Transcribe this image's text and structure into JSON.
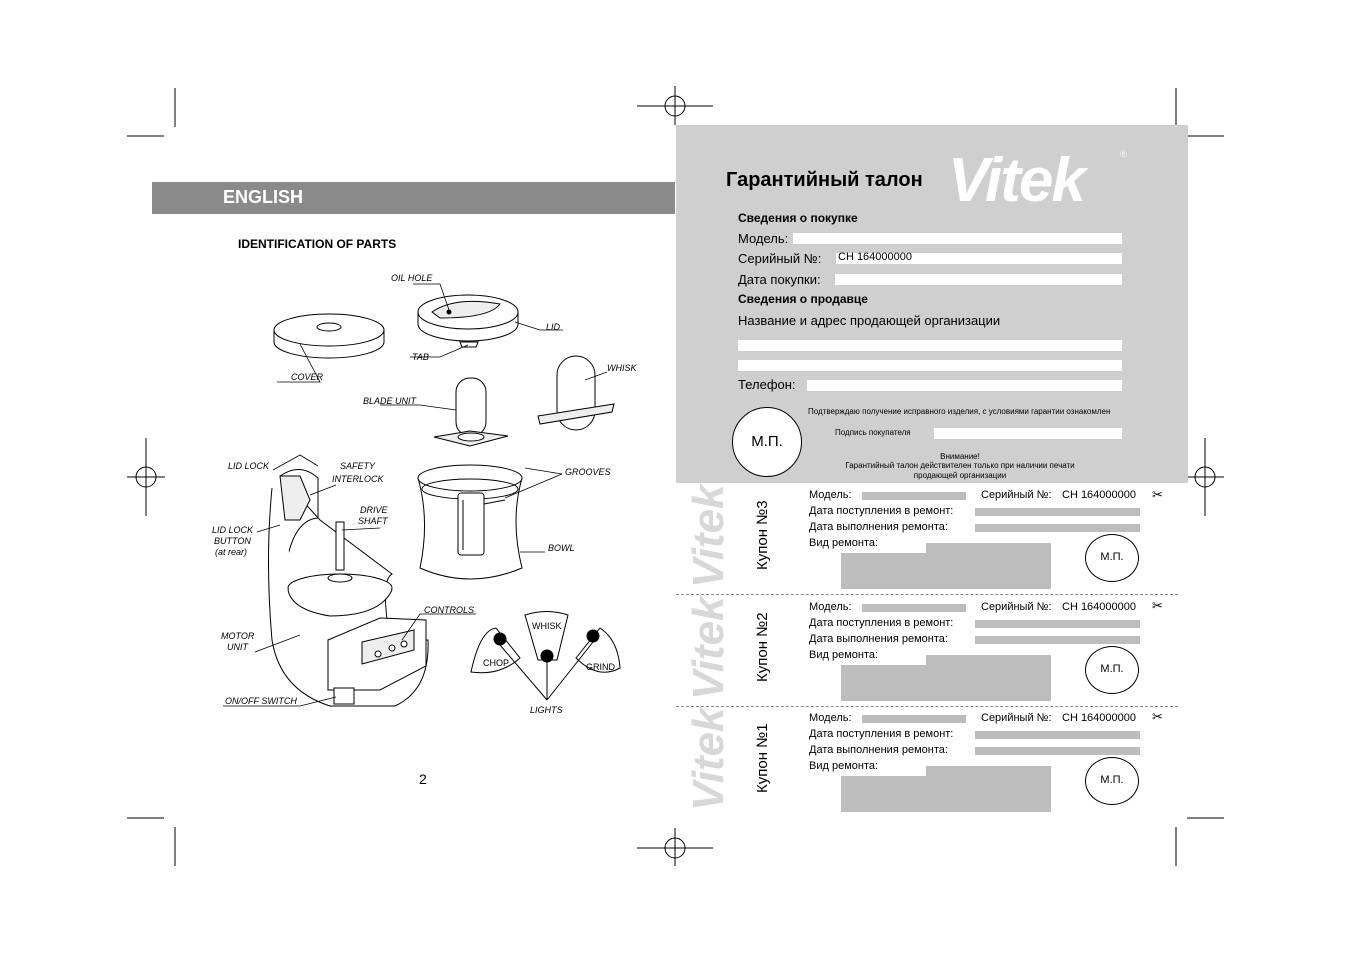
{
  "section_label": "ENGLISH",
  "parts_title": "IDENTIFICATION OF PARTS",
  "page_number": "2",
  "part_labels": {
    "oil_hole": "OIL HOLE",
    "lid": "LID",
    "tab": "TAB",
    "cover": "COVER",
    "whisk": "WHISK",
    "blade_unit": "BLADE UNIT",
    "lid_lock": "LID LOCK",
    "safety": "SAFETY",
    "interlock": "INTERLOCK",
    "grooves": "GROOVES",
    "lid_lock_button_1": "LID LOCK",
    "lid_lock_button_2": "BUTTON",
    "lid_lock_button_3": "(at rear)",
    "drive": "DRIVE",
    "shaft": "SHAFT",
    "bowl": "BOWL",
    "controls": "CONTROLS",
    "motor": "MOTOR",
    "unit": "UNIT",
    "onoff": "ON/OFF SWITCH",
    "btn_whisk": "WHISK",
    "btn_chop": "CHOP",
    "btn_grind": "GRIND",
    "lights": "LIGHTS"
  },
  "warranty": {
    "title": "Гарантийный талон",
    "logo": "Vitek",
    "reg": "®",
    "purchase_header": "Сведения о покупке",
    "model_label": "Модель:",
    "serial_label": "Серийный №:",
    "serial_value": "CH 164000000",
    "date_label": "Дата покупки:",
    "seller_header": "Сведения о продавце",
    "seller_name_label": "Название и адрес продающей организации",
    "phone_label": "Телефон:",
    "confirm_text": "Подтверждаю получение исправного изделия, с условиями гарантии ознакомлен",
    "signature_label": "Подпись покупателя",
    "stamp": "М.П.",
    "attention": "Внимание!",
    "notice_1": "Гарантийный талон действителен только при наличии печати",
    "notice_2": "продающей организации"
  },
  "coupons": [
    {
      "title": "Купон №3",
      "model_label": "Модель:",
      "serial_label": "Серийный №:",
      "serial_value": "CH 164000000",
      "received_label": "Дата поступления в ремонт:",
      "completed_label": "Дата выполнения ремонта:",
      "repair_label": "Вид ремонта:",
      "stamp": "М.П.",
      "logo": "Vitek"
    },
    {
      "title": "Купон №2",
      "model_label": "Модель:",
      "serial_label": "Серийный №:",
      "serial_value": "CH 164000000",
      "received_label": "Дата поступления в ремонт:",
      "completed_label": "Дата выполнения ремонта:",
      "repair_label": "Вид ремонта:",
      "stamp": "М.П.",
      "logo": "Vitek"
    },
    {
      "title": "Купон №1",
      "model_label": "Модель:",
      "serial_label": "Серийный №:",
      "serial_value": "CH 164000000",
      "received_label": "Дата поступления в ремонт:",
      "completed_label": "Дата выполнения ремонта:",
      "repair_label": "Вид ремонта:",
      "stamp": "М.П.",
      "logo": "Vitek"
    }
  ],
  "icons": {
    "scissors": "scissors-icon",
    "registration_mark": "crop-target-icon"
  }
}
